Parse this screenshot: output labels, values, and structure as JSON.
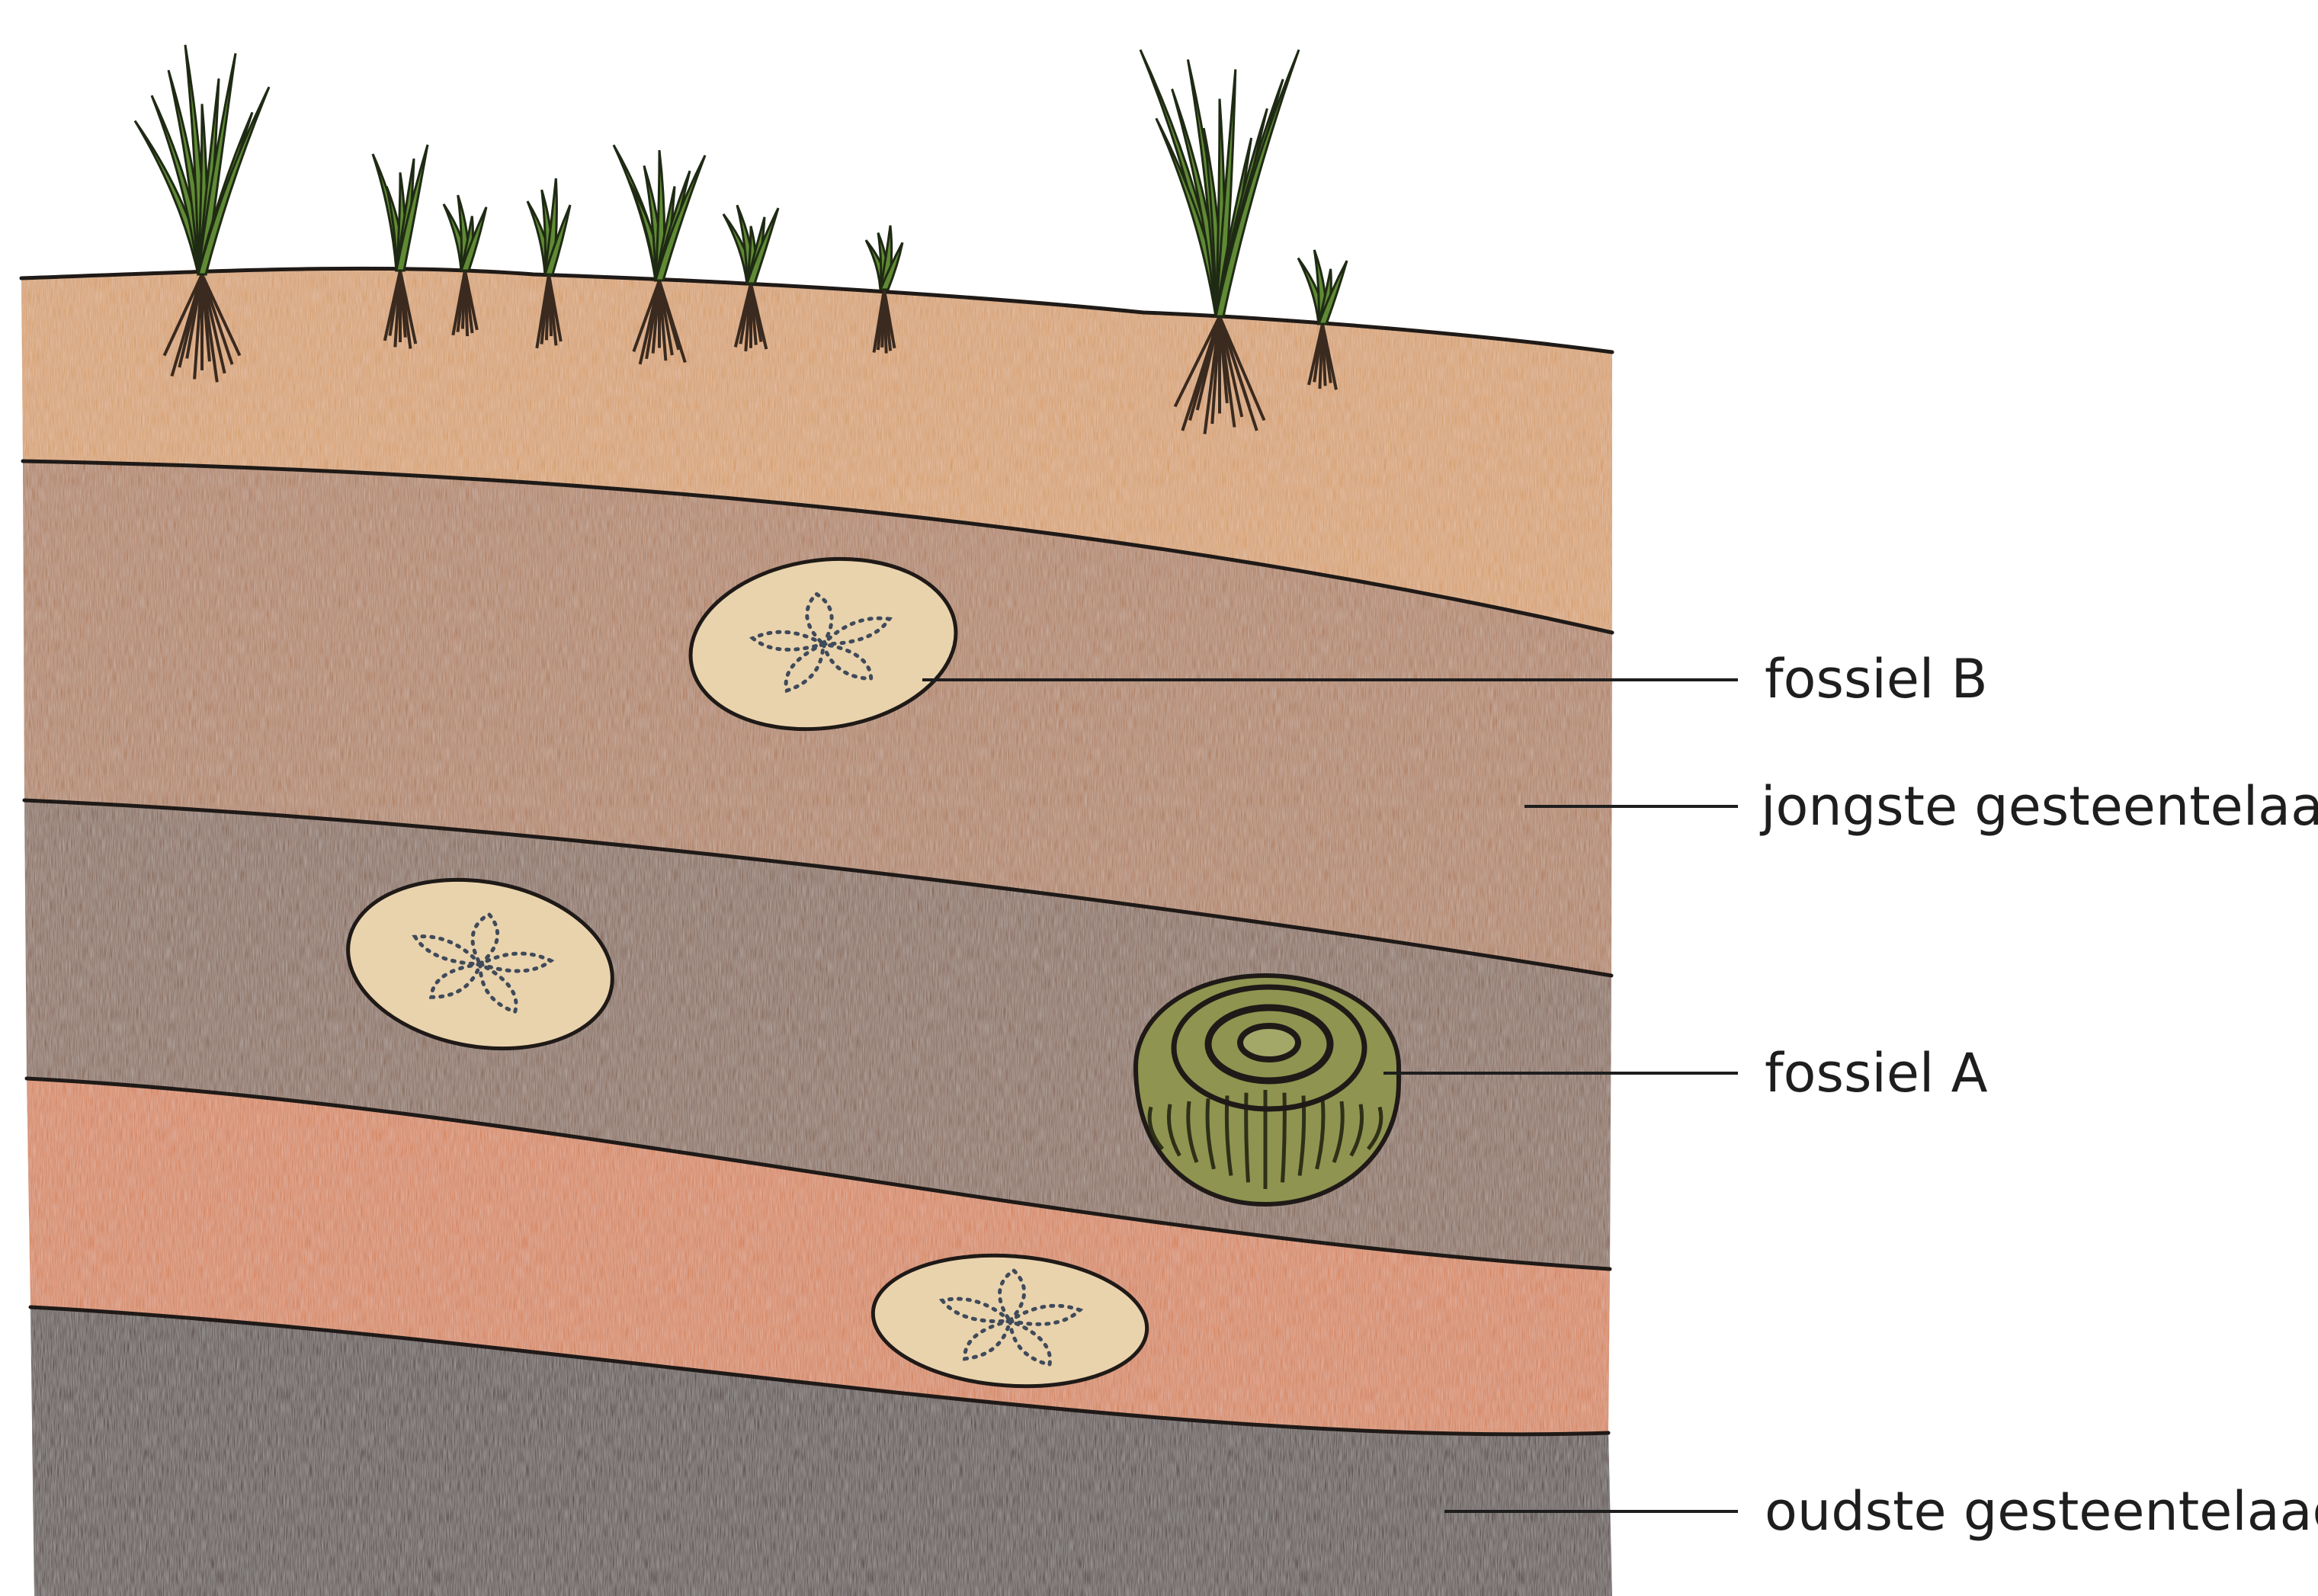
{
  "labels": {
    "fossil_b": "fossiel B",
    "youngest_layer": "jongste gesteentelaag",
    "fossil_a": "fossiel A",
    "oldest_layer": "oudste gesteentelaag"
  },
  "colors": {
    "topsoil": "#d39558",
    "layer_young": "#a8714a",
    "layer_mid": "#7b5641",
    "layer_orange": "#d2763f",
    "layer_old": "#3d2522",
    "grass": "#5f8a34",
    "fossil_shell": "#e9d3ad",
    "fossil_coral": "#8f9450"
  },
  "icons": [
    "grass-tuft",
    "sand-dollar-fossil",
    "coral-fossil"
  ]
}
